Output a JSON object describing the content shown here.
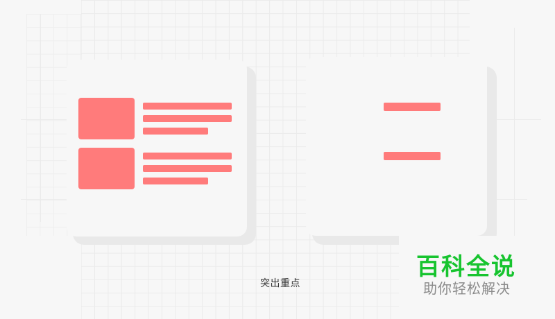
{
  "caption": "突出重点",
  "watermark": {
    "title": "百科全说",
    "subtitle": "助你轻松解决"
  },
  "colors": {
    "background": "#f7f7f7",
    "grid": "#ebebeb",
    "accent": "#ff7b7b",
    "card_shadow": "#e9e9e9",
    "watermark_title": "#17c42f",
    "watermark_subtitle": "#8a8a8a"
  },
  "cards": [
    {
      "name": "left-card",
      "layout": "two rows of thumbnail + three text lines",
      "rows": 2
    },
    {
      "name": "right-card",
      "layout": "two centered bars"
    }
  ]
}
